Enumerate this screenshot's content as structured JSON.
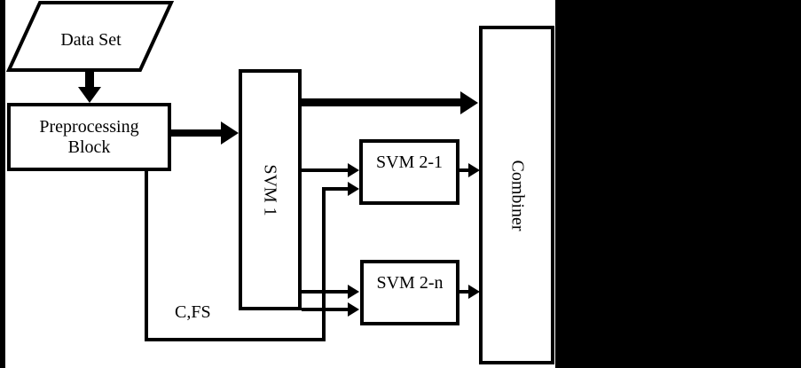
{
  "figure": {
    "type": "flowchart",
    "colors": {
      "ink": "#000000",
      "paper": "#ffffff"
    },
    "nodes": {
      "data_set": "Data Set",
      "preprocessing_line1": "Preprocessing",
      "preprocessing_line2": "Block",
      "svm1": "SVM 1",
      "svm2_1": "SVM 2-1",
      "svm2_n": "SVM 2-n",
      "combiner": "Combiner"
    },
    "labels": {
      "cfs": "C,FS"
    }
  }
}
